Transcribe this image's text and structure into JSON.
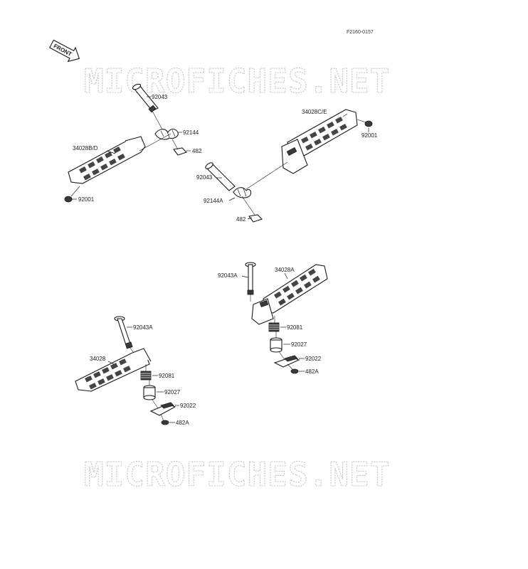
{
  "diagram": {
    "code": "F2160-0157",
    "front_label": "FRONT",
    "watermark": "MICROFICHES.NET",
    "parts": {
      "p_92043_top": "92043",
      "p_92144": "92144",
      "p_482_left": "482",
      "p_34028bd": "34028B/D",
      "p_92001_left": "92001",
      "p_34028ce": "34028C/E",
      "p_92001_right": "92001",
      "p_92043_mid": "92043",
      "p_92144a": "92144A",
      "p_482_mid": "482",
      "p_92043a_right": "92043A",
      "p_34028a": "34028A",
      "p_92081_right": "92081",
      "p_92027_right": "92027",
      "p_92022_right": "92022",
      "p_482a_right": "482A",
      "p_92043a_left": "92043A",
      "p_34028": "34028",
      "p_92081_left": "92081",
      "p_92027_left": "92027",
      "p_92022_left": "92022",
      "p_482a_left": "482A"
    }
  }
}
